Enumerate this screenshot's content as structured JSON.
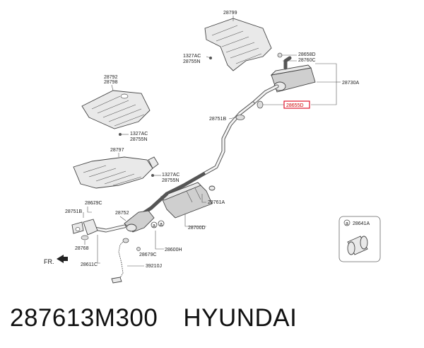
{
  "labels": {
    "p28799": "28799",
    "p1327ac_top": "1327AC",
    "p28755n_top": "28755N",
    "p28658d": "28658D",
    "p28760c": "28760C",
    "p28730a": "28730A",
    "p28655d": "28655D",
    "p28751b_right": "28751B",
    "p28792": "28792",
    "p28798": "28798",
    "p1327ac_mid": "1327AC",
    "p28755n_mid": "28755N",
    "p28797": "28797",
    "p1327ac_low": "1327AC",
    "p28755n_low": "28755N",
    "p28679c_top": "28679C",
    "p28751b_left": "28751B",
    "p28752": "28752",
    "p28761a": "28761A",
    "p28700d": "28700D",
    "p28641a": "28641A",
    "p28768": "28768",
    "p28679c_bot": "28679C",
    "p28600h": "28600H",
    "p28611c": "28611C",
    "p39210j": "39210J",
    "fr": "FR.",
    "circle_a_1": "a",
    "circle_a_2": "a"
  },
  "caption": {
    "part_number": "287613M300",
    "brand": "HYUNDAI"
  },
  "colors": {
    "highlight": "#e0142b"
  }
}
